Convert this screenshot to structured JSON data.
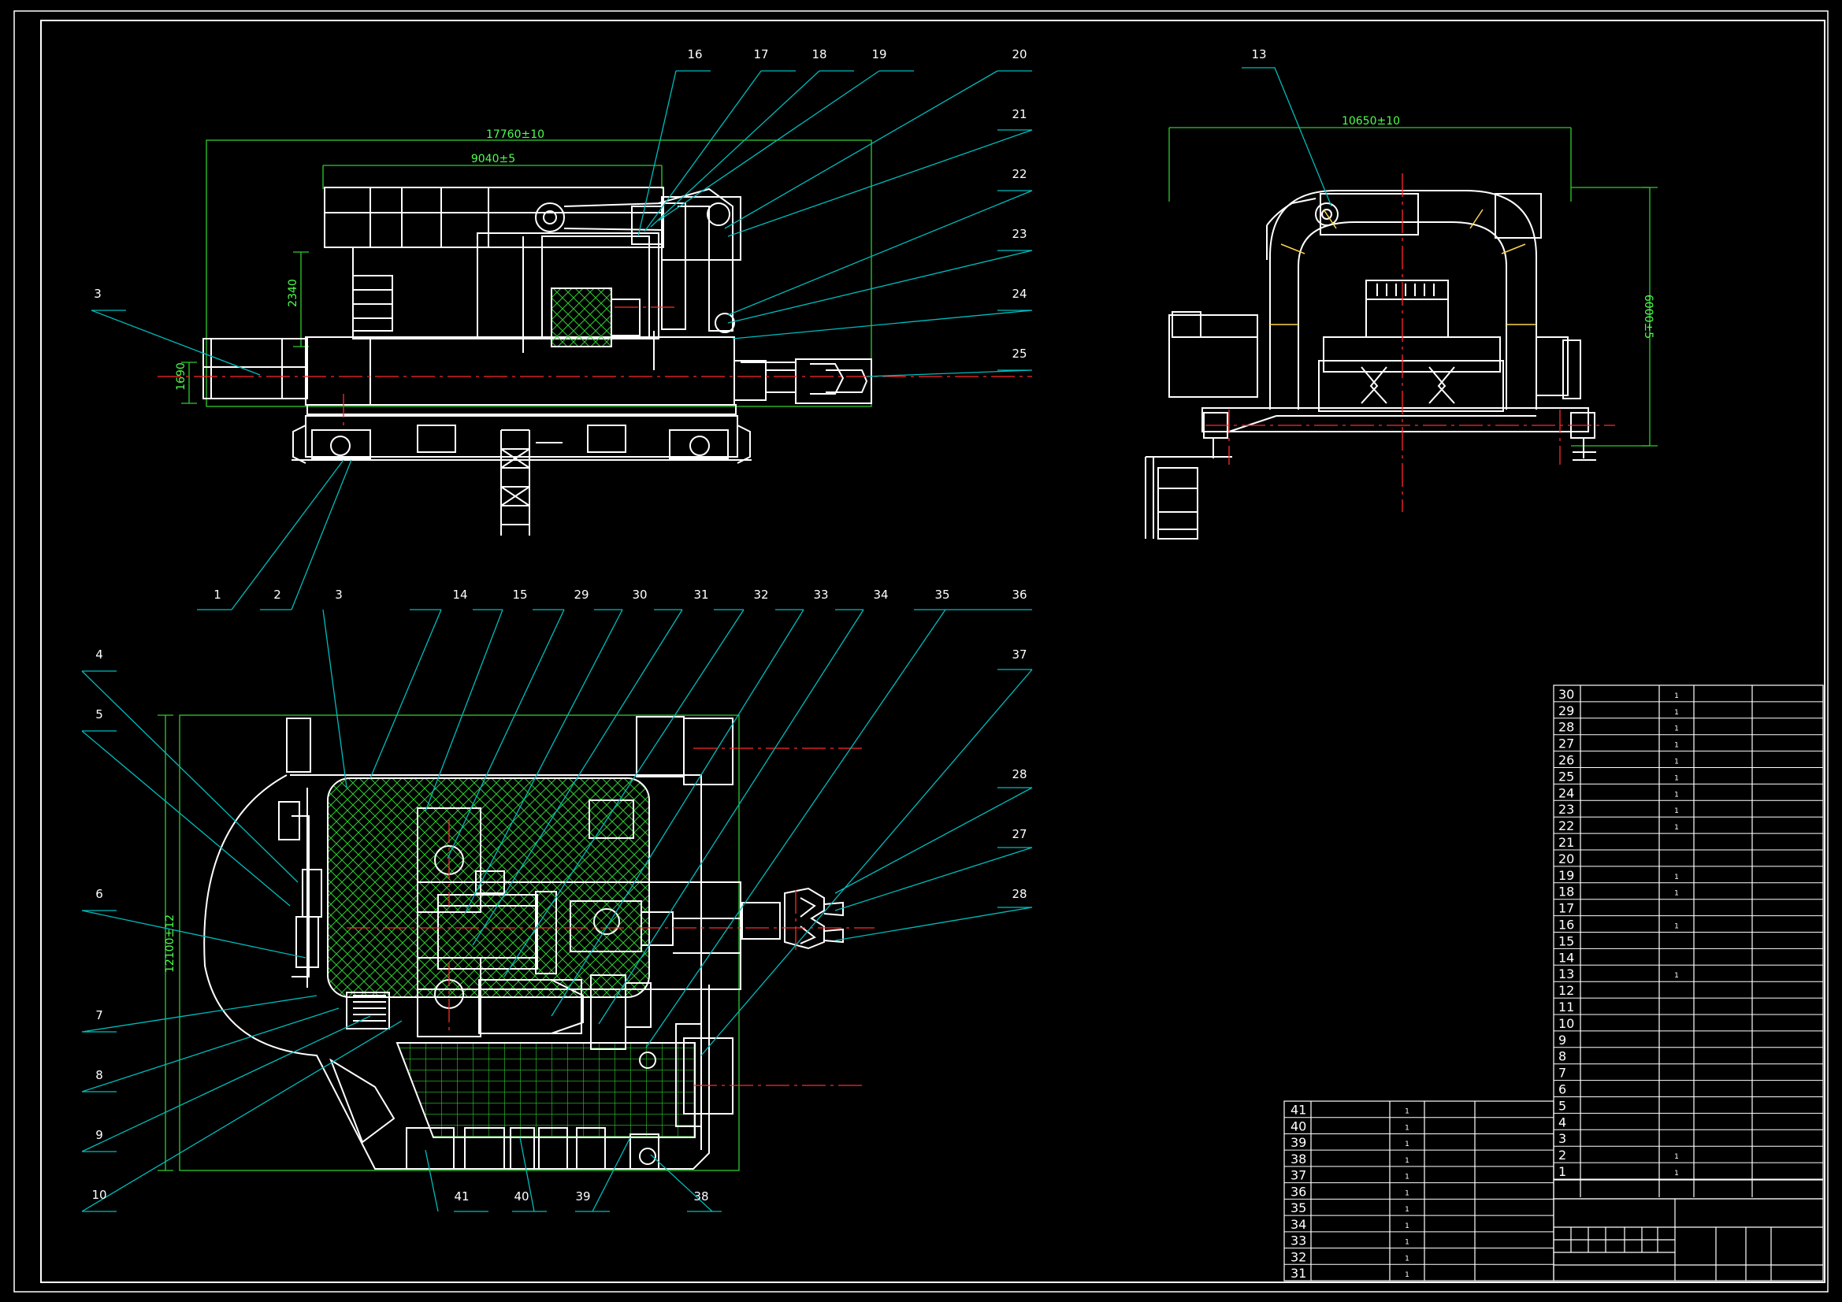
{
  "side_view": {
    "dims": {
      "overall_length": "17760±10",
      "track_length": "9040±5",
      "height_upper": "2340",
      "height_lower": "1690"
    },
    "balloons": [
      "16",
      "17",
      "18",
      "19",
      "20",
      "21",
      "22",
      "23",
      "24",
      "25",
      "3",
      "1",
      "2"
    ]
  },
  "end_view": {
    "dims": {
      "width": "10650±10",
      "height": "6000±5"
    },
    "balloons": [
      "13"
    ]
  },
  "plan_view": {
    "dims": {
      "width": "12100±12"
    },
    "balloons_top": [
      "3",
      "14",
      "15",
      "29",
      "30",
      "31",
      "32",
      "33",
      "34",
      "35",
      "36"
    ],
    "balloons_left": [
      "4",
      "5",
      "6",
      "7",
      "8",
      "9",
      "10"
    ],
    "balloons_right": [
      "37",
      "28",
      "27",
      "28"
    ],
    "balloons_bottom": [
      "41",
      "40",
      "39",
      "38"
    ]
  },
  "parts_list_right": {
    "rows": [
      {
        "no": "30",
        "qty": "1"
      },
      {
        "no": "29",
        "qty": "1"
      },
      {
        "no": "28",
        "qty": "1"
      },
      {
        "no": "27",
        "qty": "1"
      },
      {
        "no": "26",
        "qty": "1"
      },
      {
        "no": "25",
        "qty": "1"
      },
      {
        "no": "24",
        "qty": "1"
      },
      {
        "no": "23",
        "qty": "1"
      },
      {
        "no": "22",
        "qty": "1"
      },
      {
        "no": "21",
        "qty": ""
      },
      {
        "no": "20",
        "qty": ""
      },
      {
        "no": "19",
        "qty": "1"
      },
      {
        "no": "18",
        "qty": "1"
      },
      {
        "no": "17",
        "qty": ""
      },
      {
        "no": "16",
        "qty": "1"
      },
      {
        "no": "15",
        "qty": ""
      },
      {
        "no": "14",
        "qty": ""
      },
      {
        "no": "13",
        "qty": "1"
      },
      {
        "no": "12",
        "qty": ""
      },
      {
        "no": "11",
        "qty": ""
      },
      {
        "no": "10",
        "qty": ""
      },
      {
        "no": "9",
        "qty": ""
      },
      {
        "no": "8",
        "qty": ""
      },
      {
        "no": "7",
        "qty": ""
      },
      {
        "no": "6",
        "qty": ""
      },
      {
        "no": "5",
        "qty": ""
      },
      {
        "no": "4",
        "qty": ""
      },
      {
        "no": "3",
        "qty": ""
      },
      {
        "no": "2",
        "qty": "1"
      },
      {
        "no": "1",
        "qty": "1"
      }
    ]
  },
  "parts_list_left": {
    "rows": [
      {
        "no": "41",
        "qty": "1"
      },
      {
        "no": "40",
        "qty": "1"
      },
      {
        "no": "39",
        "qty": "1"
      },
      {
        "no": "38",
        "qty": "1"
      },
      {
        "no": "37",
        "qty": "1"
      },
      {
        "no": "36",
        "qty": "1"
      },
      {
        "no": "35",
        "qty": "1"
      },
      {
        "no": "34",
        "qty": "1"
      },
      {
        "no": "33",
        "qty": "1"
      },
      {
        "no": "32",
        "qty": "1"
      },
      {
        "no": "31",
        "qty": "1"
      }
    ]
  },
  "colors": {
    "background": "#000000",
    "frame": "#ffffff",
    "leader": "#00bcbc",
    "dimension": "#2ecc2e",
    "centerline": "#ff2a2a",
    "hatch": "#2ecc2e"
  }
}
